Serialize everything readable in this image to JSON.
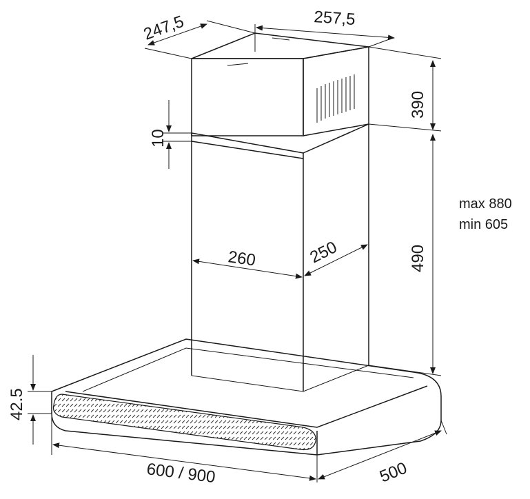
{
  "title": "Chimney hood dimension drawing",
  "dimensions": {
    "top_depth": "247,5",
    "top_width": "257,5",
    "upper_chimney_height": "390",
    "joint_gap": "10",
    "height_range_max": "max 880",
    "height_range_min": "min 605",
    "chimney_width": "260",
    "chimney_depth": "250",
    "lower_chimney_height": "490",
    "canopy_thickness": "42.5",
    "canopy_width": "600 / 900",
    "canopy_depth": "500"
  }
}
